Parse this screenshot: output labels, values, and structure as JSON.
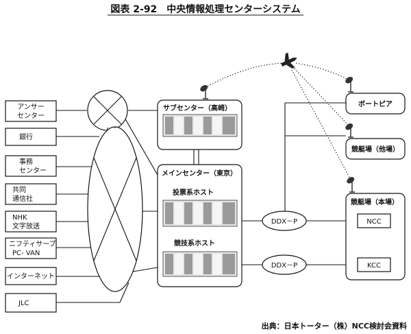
{
  "title": "図表 2-92　中央情報処理センターシステム",
  "source": "出典：日本トーター（株）NCC検討会資料",
  "left_nodes": [
    {
      "line1": "アンサー",
      "line2": "センター"
    },
    {
      "line1": "銀行",
      "line2": ""
    },
    {
      "line1": "事務",
      "line2": "センター"
    },
    {
      "line1": "共同",
      "line2": "通信社"
    },
    {
      "line1": "NHK",
      "line2": "文字放送"
    },
    {
      "line1": "ニフティサーブ",
      "line2": "PC- VAN"
    },
    {
      "line1": "インターネット",
      "line2": ""
    },
    {
      "line1": "JLC",
      "line2": ""
    }
  ],
  "sub_center": "サブセンター（高崎）",
  "main_center": "メインセンター（東京）",
  "vote_host": "投票系ホスト",
  "race_host": "競技系ホスト",
  "ddx_top": "DDX－P",
  "ddx_bottom": "DDX－P",
  "boat_pier": "ボートピア",
  "other_venue": "競艇場（他場）",
  "home_venue": "競艇場（本場）",
  "ncc": "NCC",
  "kcc": "KCC"
}
